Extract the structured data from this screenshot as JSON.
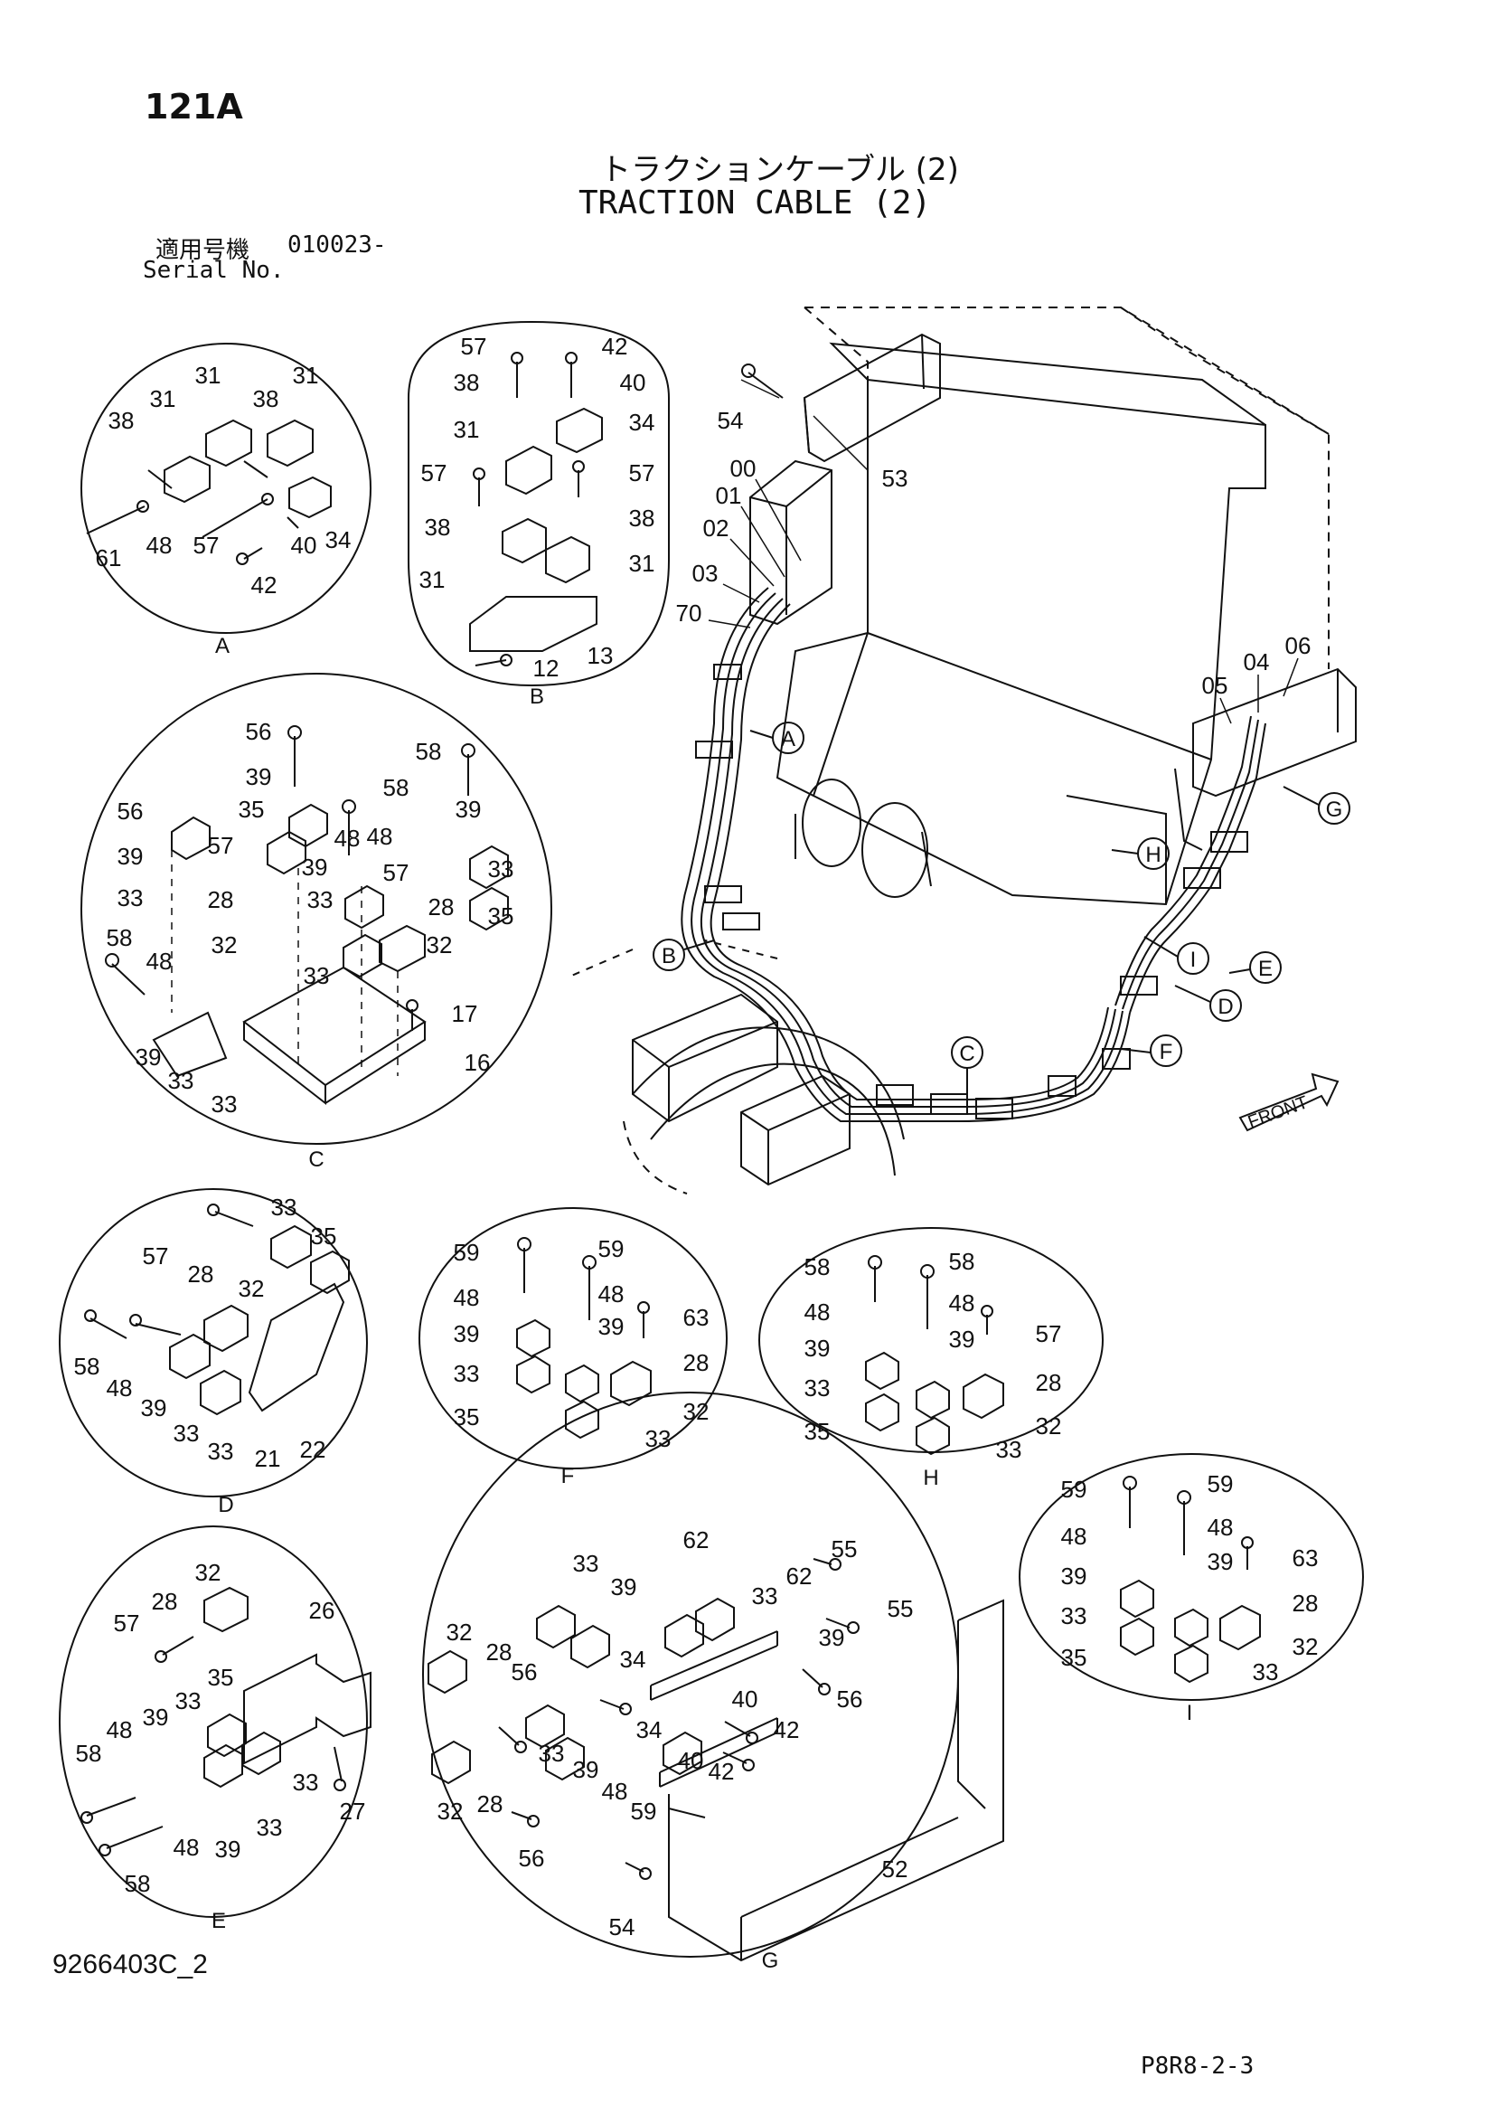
{
  "header": {
    "page_id": "121A",
    "title_jp": "トラクションケーブル (2)",
    "title_en": "TRACTION CABLE (2)",
    "serial_label_jp": "適用号機",
    "serial_value": "010023-",
    "serial_label_en": "Serial No."
  },
  "footer": {
    "drawing_no": "9266403C_2",
    "page_code": "P8R8-2-3"
  },
  "front_label": "FRONT",
  "callouts": {
    "A": "A",
    "B": "B",
    "C": "C",
    "D": "D",
    "E": "E",
    "F": "F",
    "G": "G",
    "H": "H",
    "I": "I"
  },
  "part_numbers": [
    "00",
    "01",
    "02",
    "03",
    "04",
    "05",
    "06",
    "12",
    "13",
    "16",
    "17",
    "21",
    "22",
    "26",
    "27",
    "28",
    "31",
    "32",
    "33",
    "34",
    "35",
    "38",
    "39",
    "40",
    "42",
    "48",
    "52",
    "53",
    "54",
    "55",
    "56",
    "57",
    "58",
    "59",
    "61",
    "62",
    "63",
    "70"
  ]
}
